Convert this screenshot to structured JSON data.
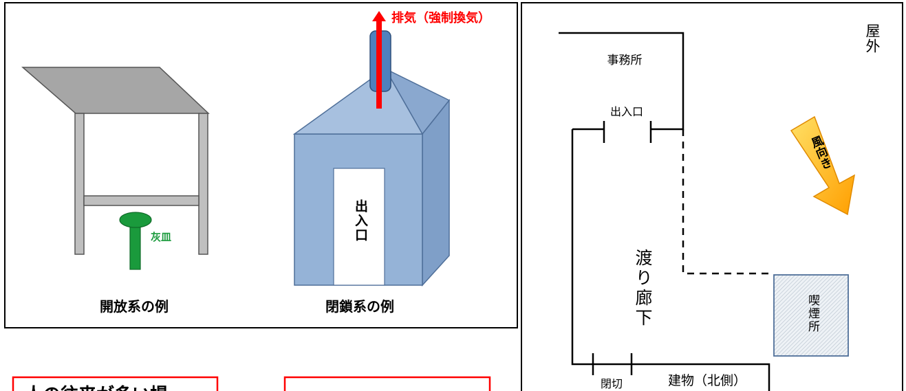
{
  "left_panel": {
    "exhaust_label": "排気（強制換気）",
    "ashtray_label": "灰皿",
    "entrance_label": "出入口",
    "open_caption": "開放系の例",
    "closed_caption": "閉鎖系の例"
  },
  "right_panel": {
    "outdoor_label": "屋外",
    "office_label": "事務所",
    "entrance_label": "出入口",
    "wind_label": "風向き",
    "corridor_label": "渡り廊下",
    "smoking_area_label": "喫煙所",
    "partition_label": "閉切",
    "building_label": "建物（北側）"
  },
  "bottom_boxes": {
    "left_box_text": "人の往来が多い場"
  },
  "colors": {
    "exhaust_red": "#ff0000",
    "ashtray_green": "#1a9a3c",
    "roof_gray": "#a6a6a6",
    "booth_blue": "#95b3d7",
    "booth_edge": "#4f6f99",
    "chimney_blue": "#4f81bd",
    "arrow_orange": "#ffb000",
    "box_red": "#ff0000"
  }
}
